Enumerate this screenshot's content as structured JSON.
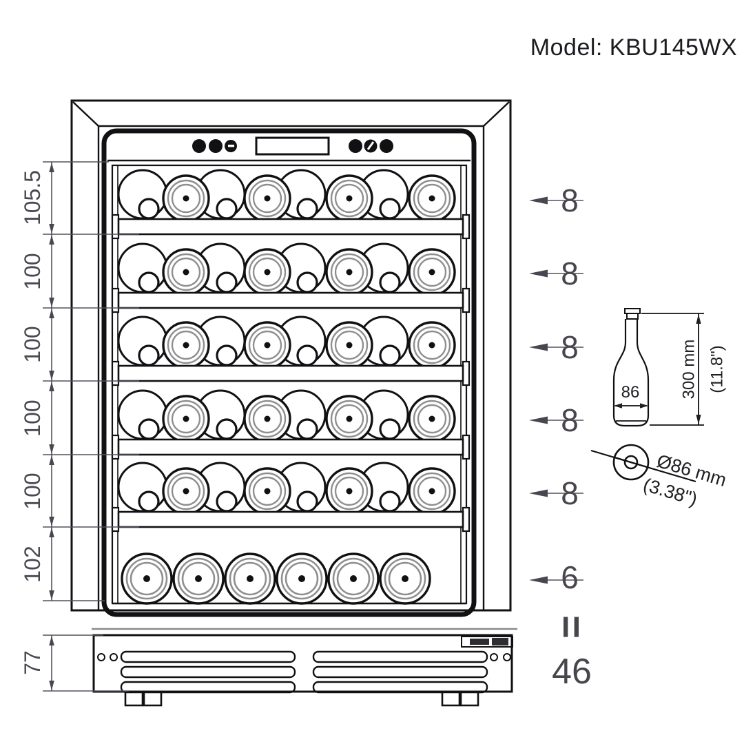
{
  "title": "Model: KBU145WX",
  "diagram": {
    "left_dimensions": [
      "105.5",
      "100",
      "100",
      "100",
      "100",
      "102",
      "77"
    ],
    "row_counts": [
      "8",
      "8",
      "8",
      "8",
      "8",
      "6"
    ],
    "equals_symbol": "=",
    "total_count": "46",
    "bottle": {
      "width_label": "86",
      "height_label": "300 mm",
      "height_inches": "(11.8\")",
      "diameter_label": "Ø86 mm",
      "diameter_inches": "(3.38\")"
    }
  },
  "colors": {
    "line": "#111114",
    "dimension": "#55515b",
    "bottle_rings": "#8f8f8f",
    "background": "#ffffff"
  }
}
